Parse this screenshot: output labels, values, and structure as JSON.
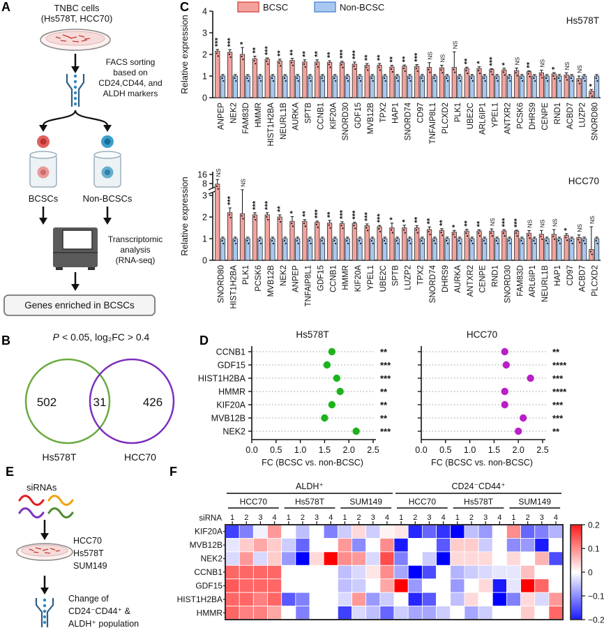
{
  "panel_a": {
    "label": "A",
    "title_lines": [
      "TNBC cells",
      "(Hs578T, HCC70)"
    ],
    "facs_lines": [
      "FACS sorting",
      "based on",
      "CD24,CD44, and",
      "ALDH markers"
    ],
    "bcsc_label": "BCSCs",
    "non_bcsc_label": "Non-BCSCs",
    "seq_lines": [
      "Transcriptomic",
      "analysis",
      "(RNA-seq)"
    ],
    "result_text": "Genes enriched in BCSCs"
  },
  "panel_b": {
    "label": "B",
    "title_p": "P",
    "title_rest": "< 0.05, log₂FC > 0.4",
    "left": {
      "name": "Hs578T",
      "count": "502",
      "color": "#6aaa3f"
    },
    "right": {
      "name": "HCC70",
      "count": "426",
      "color": "#7b2fbe"
    },
    "overlap": "31"
  },
  "panel_c": {
    "label": "C",
    "legend": [
      {
        "label": "BCSC",
        "fill": "#f5a29d",
        "stroke": "#d9534f"
      },
      {
        "label": "Non-BCSC",
        "fill": "#a9c8f1",
        "stroke": "#5b8fd4"
      }
    ],
    "highlight_color": "#e8820c"
  },
  "panel_d": {
    "label": "D"
  },
  "panel_e": {
    "label": "E",
    "title": "siRNAs",
    "cells": [
      "HCC70",
      "Hs578T",
      "SUM149"
    ],
    "result_lines": [
      "Change of",
      "CD24⁻CD44⁺ &",
      "ALDH⁺ population"
    ],
    "squiggle_colors": [
      "#e41a1c",
      "#f0a10a",
      "#7b2fbe",
      "#4a8c2b"
    ]
  },
  "panel_f": {
    "label": "F"
  },
  "chart_data": [
    {
      "id": "hs578t_bars",
      "type": "bar",
      "title": "Hs578T",
      "ylabel": "Relative expression",
      "ylim": [
        0,
        4
      ],
      "yticks": [
        0,
        1,
        2,
        3,
        4
      ],
      "series_names": [
        "BCSC",
        "Non-BCSC"
      ],
      "highlight_genes": [
        "NEK2",
        "HMMR",
        "HIST1H2BA",
        "CCNB1",
        "KIF20A",
        "GDF15",
        "MVB12B"
      ],
      "categories": [
        "ANPEP",
        "NEK2",
        "FAM83D",
        "HMMR",
        "HIST1H2BA",
        "NEURL1B",
        "AURKA",
        "SPTB",
        "CCNB1",
        "KIF20A",
        "SNORD30",
        "GDF15",
        "MVB12B",
        "TPX2",
        "HAP1",
        "SNORD74",
        "CD97",
        "TNFAIP8L1",
        "PLCXD2",
        "PLK1",
        "UBE2C",
        "ARL6IP1",
        "YPEL1",
        "ANTXR2",
        "PCSK6",
        "DHRS9",
        "CENPE",
        "RND1",
        "ACBD7",
        "LUZP2",
        "SNORD80"
      ],
      "bcsc": [
        2.15,
        2.1,
        2.0,
        1.8,
        1.78,
        1.7,
        1.72,
        1.65,
        1.65,
        1.63,
        1.62,
        1.55,
        1.5,
        1.5,
        1.42,
        1.45,
        1.45,
        1.4,
        1.38,
        1.4,
        1.35,
        1.35,
        1.3,
        1.28,
        1.25,
        1.2,
        1.15,
        1.1,
        1.05,
        0.88,
        0.3
      ],
      "bcsc_err": [
        0.08,
        0.12,
        0.32,
        0.12,
        0.06,
        0.08,
        0.1,
        0.1,
        0.1,
        0.08,
        0.06,
        0.1,
        0.08,
        0.08,
        0.08,
        0.06,
        0.08,
        0.22,
        0.12,
        0.72,
        0.06,
        0.08,
        0.04,
        0.08,
        0.12,
        0.04,
        0.12,
        0.06,
        0.1,
        0.12,
        0.08
      ],
      "nonbcsc_value": 1.0,
      "nonbcsc_err": 0.07,
      "sig": [
        "***",
        "***",
        "*",
        "**",
        "***",
        "**",
        "**",
        "**",
        "**",
        "**",
        "***",
        "***",
        "**",
        "**",
        "**",
        "**",
        "***",
        "NS",
        "NS",
        "NS",
        "**",
        "*",
        "***",
        "*",
        "NS",
        "**",
        "NS",
        "*",
        "NS",
        "NS",
        "*"
      ]
    },
    {
      "id": "hcc70_bars",
      "type": "bar",
      "title": "HCC70",
      "ylabel": "Relative expression",
      "ylim": [
        0,
        16
      ],
      "yticks": [
        0,
        1,
        2,
        3,
        8,
        16
      ],
      "axis_break_between": [
        3,
        8
      ],
      "series_names": [
        "BCSC",
        "Non-BCSC"
      ],
      "highlight_genes": [
        "NEK2",
        "HMMR",
        "HIST1H2BA",
        "CCNB1",
        "KIF20A",
        "GDF15",
        "MVB12B"
      ],
      "categories": [
        "SNORD80",
        "HIST1H2BA",
        "PLK1",
        "PCSK6",
        "MVB12B",
        "NEK2",
        "ANPEP",
        "TNFAIP8L1",
        "GDF15",
        "CCNB1",
        "HMMR",
        "KIF20A",
        "YPEL1",
        "UBE2C",
        "SPTB",
        "LUZP2",
        "TPX2",
        "SNORD74",
        "DHRS9",
        "AURKA",
        "ANTXR2",
        "CENPE",
        "RND1",
        "SNORD30",
        "FAM83D",
        "ARL6IP1",
        "NEURL1B",
        "HAP1",
        "CD97",
        "ACBD7",
        "PLCXD2"
      ],
      "bcsc": [
        7.5,
        2.2,
        2.15,
        2.1,
        2.1,
        2.0,
        1.8,
        1.8,
        1.75,
        1.72,
        1.7,
        1.7,
        1.6,
        1.55,
        1.5,
        1.5,
        1.5,
        1.42,
        1.38,
        1.3,
        1.35,
        1.35,
        1.35,
        1.35,
        1.35,
        1.25,
        1.2,
        1.2,
        1.15,
        1.05,
        0.5
      ],
      "bcsc_err": [
        4.0,
        0.22,
        0.9,
        0.1,
        0.1,
        0.1,
        0.22,
        0.08,
        0.06,
        0.12,
        0.08,
        0.06,
        0.08,
        0.06,
        0.22,
        0.12,
        0.1,
        0.12,
        0.08,
        0.08,
        0.08,
        0.06,
        0.1,
        0.06,
        0.04,
        0.12,
        0.18,
        0.22,
        0.08,
        0.12,
        1.05
      ],
      "nonbcsc_value": 1.0,
      "nonbcsc_err": 0.07,
      "sig": [
        "NS",
        "***",
        "NS",
        "***",
        "***",
        "**",
        "*",
        "**",
        "***",
        "**",
        "***",
        "***",
        "***",
        "***",
        "*",
        "*",
        "**",
        "**",
        "**",
        "*",
        "**",
        "**",
        "NS",
        "***",
        "***",
        "NS",
        "NS",
        "NS",
        "*",
        "NS",
        "NS"
      ]
    },
    {
      "id": "fc_dot_plots",
      "type": "scatter",
      "xlabel": "FC (BCSC vs. non-BCSC)",
      "xlim": [
        0,
        2.5
      ],
      "xticks": [
        "0.0",
        "0.5",
        "1.0",
        "1.5",
        "2.0",
        "2.5"
      ],
      "genes": [
        "CCNB1",
        "GDF15",
        "HIST1H2BA",
        "HMMR",
        "KIF20A",
        "MVB12B",
        "NEK2"
      ],
      "plots": [
        {
          "title": "Hs578T",
          "dot_color": "#1db31d",
          "fc": [
            1.65,
            1.55,
            1.75,
            1.82,
            1.65,
            1.5,
            2.15
          ],
          "sig": [
            "**",
            "***",
            "***",
            "**",
            "**",
            "**",
            "***"
          ]
        },
        {
          "title": "HCC70",
          "dot_color": "#bb1fc7",
          "fc": [
            1.72,
            1.75,
            2.25,
            1.72,
            1.72,
            2.1,
            2.0
          ],
          "sig": [
            "**",
            "****",
            "***",
            "****",
            "***",
            "***",
            "**"
          ]
        }
      ]
    },
    {
      "id": "sirna_heatmap",
      "type": "heatmap",
      "row_axis_label": "siRNA",
      "col_numbers": [
        "1",
        "2",
        "3",
        "4"
      ],
      "top_groups": [
        {
          "label": "ALDH⁺",
          "span": 12
        },
        {
          "label": "CD24⁻CD44⁺",
          "span": 12
        }
      ],
      "sub_groups": [
        "HCC70",
        "Hs578T",
        "SUM149",
        "HCC70",
        "Hs578T",
        "SUM149"
      ],
      "rows": [
        "KIF20A",
        "MVB12B",
        "NEK2",
        "CCNB1",
        "GDF15",
        "HIST1H2BA",
        "HMMR"
      ],
      "values": [
        [
          -0.15,
          -0.1,
          -0.01,
          0.08,
          0.0,
          -0.05,
          0.0,
          -0.1,
          -0.04,
          0.03,
          -0.04,
          0.01,
          0.02,
          -0.17,
          -0.12,
          -0.16,
          -0.2,
          -0.05,
          -0.08,
          0.0,
          0.09,
          -0.12,
          -0.1,
          -0.06
        ],
        [
          -0.02,
          0.04,
          0.07,
          0.04,
          -0.04,
          -0.12,
          0.0,
          0.0,
          0.08,
          -0.09,
          0.0,
          0.09,
          -0.18,
          0.0,
          0.0,
          -0.13,
          0.04,
          0.04,
          -0.04,
          0.0,
          -0.09,
          -0.08,
          -0.18,
          0.0
        ],
        [
          -0.03,
          0.08,
          -0.03,
          0.04,
          -0.08,
          -0.2,
          0.03,
          0.2,
          0.09,
          0.08,
          -0.03,
          0.14,
          -0.1,
          0.0,
          -0.04,
          -0.2,
          0.03,
          0.03,
          0.03,
          0.0,
          0.03,
          0.0,
          0.06,
          -0.14
        ],
        [
          0.12,
          0.12,
          0.12,
          0.12,
          0.0,
          0.0,
          0.0,
          0.0,
          -0.05,
          -0.03,
          0.02,
          0.09,
          -0.07,
          -0.2,
          -0.14,
          0.0,
          -0.06,
          -0.04,
          -0.03,
          -0.02,
          -0.02,
          0.05,
          0.0,
          0.0
        ],
        [
          0.13,
          0.12,
          0.12,
          0.12,
          0.0,
          0.0,
          0.0,
          0.0,
          -0.05,
          -0.04,
          0.0,
          0.07,
          0.2,
          -0.08,
          0.0,
          0.0,
          -0.08,
          0.0,
          0.03,
          -0.18,
          -0.02,
          0.2,
          0.12,
          0.0
        ],
        [
          0.12,
          0.12,
          0.1,
          0.12,
          -0.13,
          -0.1,
          0.0,
          0.0,
          -0.03,
          0.08,
          -0.08,
          -0.04,
          0.0,
          -0.17,
          -0.13,
          0.0,
          -0.05,
          0.03,
          0.0,
          -0.2,
          -0.1,
          0.03,
          -0.03,
          0.08
        ],
        [
          0.12,
          0.1,
          0.1,
          0.07,
          0.0,
          -0.1,
          0.0,
          0.0,
          -0.15,
          -0.03,
          -0.05,
          -0.12,
          -0.04,
          -0.07,
          -0.07,
          -0.04,
          0.0,
          -0.07,
          -0.04,
          0.0,
          0.0,
          0.04,
          0.0,
          0.12
        ]
      ],
      "scale": {
        "min": -0.2,
        "max": 0.2,
        "tick_labels": [
          "0.2",
          "0.1",
          "0",
          "−0.1",
          "−0.2"
        ]
      }
    }
  ]
}
